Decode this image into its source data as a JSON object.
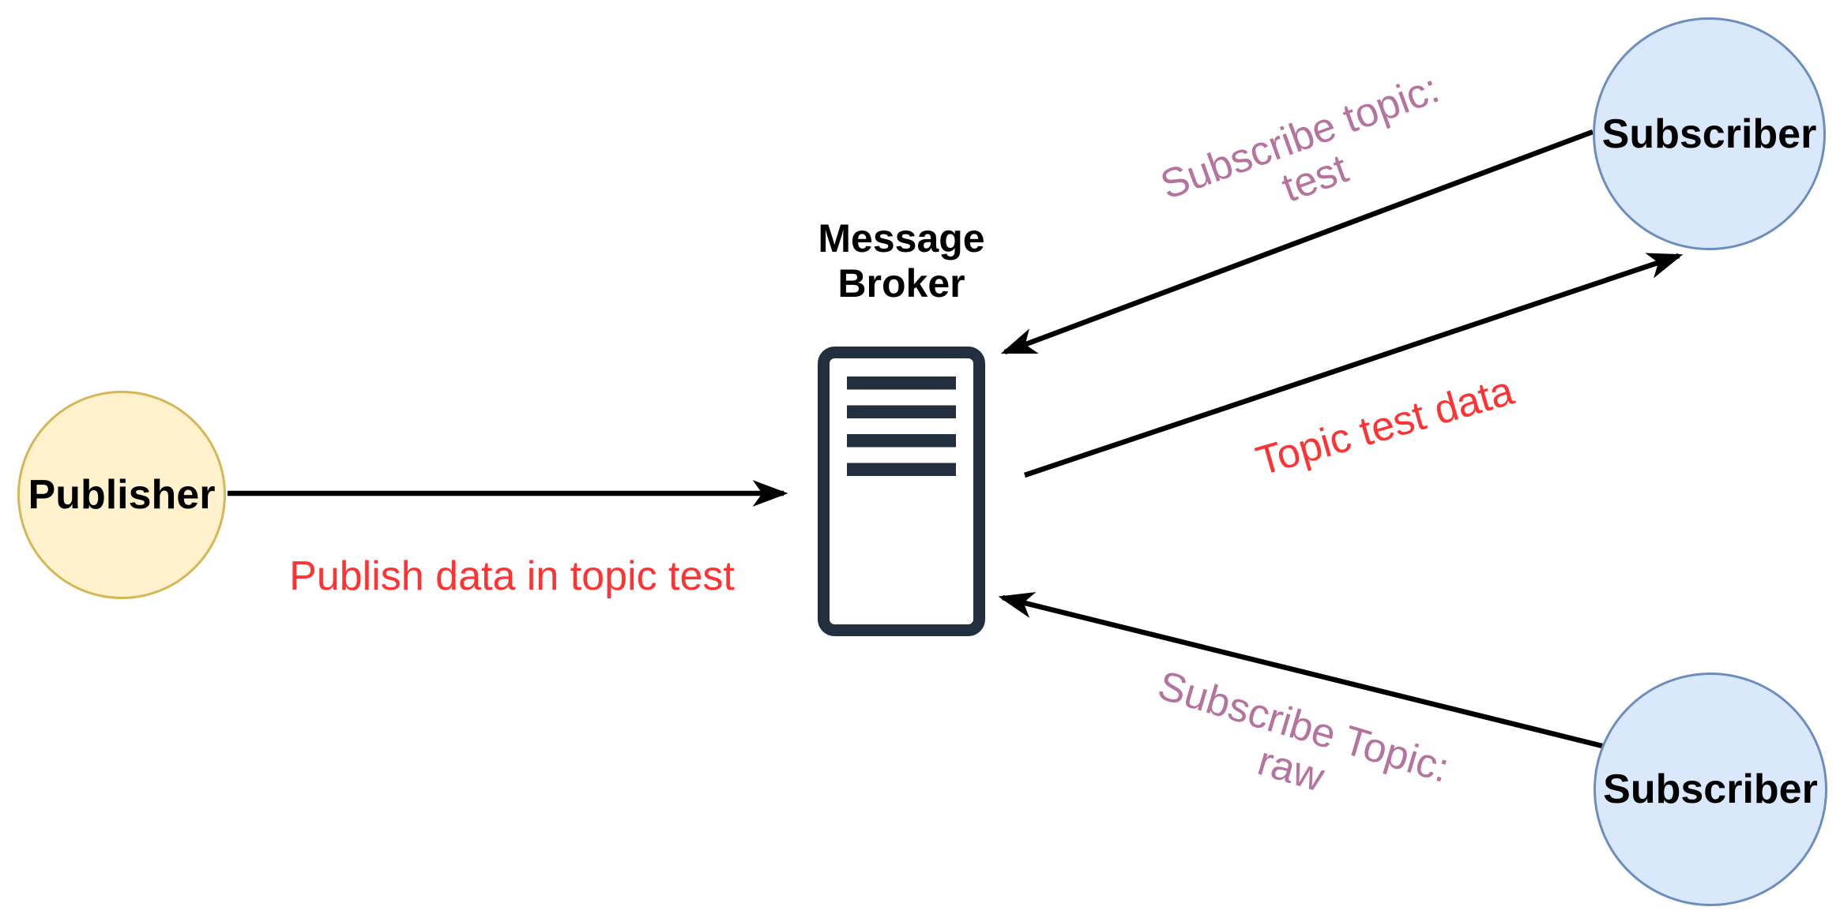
{
  "diagram": {
    "background_color": "#FFFFFF",
    "nodes": {
      "publisher": {
        "label": "Publisher",
        "shape": "circle",
        "fill": "#FFF2CC",
        "stroke": "#D6B656",
        "text_color": "#000000"
      },
      "message_broker": {
        "label": "Message Broker",
        "shape": "server",
        "icon": "server-icon",
        "color": "#232F3E",
        "text_color": "#000000"
      },
      "subscriber_top": {
        "label": "Subscriber",
        "shape": "circle",
        "fill": "#DAE8FC",
        "stroke": "#6C8EBF",
        "text_color": "#000000"
      },
      "subscriber_bottom": {
        "label": "Subscriber",
        "shape": "circle",
        "fill": "#DAE8FC",
        "stroke": "#6C8EBF",
        "text_color": "#000000"
      }
    },
    "edges": {
      "publish": {
        "label": "Publish data in topic test",
        "label_color": "#FF3333",
        "from": "publisher",
        "to": "message_broker",
        "arrow_color": "#000000"
      },
      "subscribe_test": {
        "line1": "Subscribe topic:",
        "line2": "test",
        "label_color": "#B5739D",
        "from": "subscriber_top",
        "to": "message_broker",
        "arrow_color": "#000000"
      },
      "topic_data": {
        "label": "Topic test data",
        "label_color": "#FF3333",
        "from": "message_broker",
        "to": "subscriber_top",
        "arrow_color": "#000000"
      },
      "subscribe_raw": {
        "line1": "Subscribe Topic:",
        "line2": "raw",
        "label_color": "#B5739D",
        "from": "subscriber_bottom",
        "to": "message_broker",
        "arrow_color": "#000000"
      }
    }
  }
}
